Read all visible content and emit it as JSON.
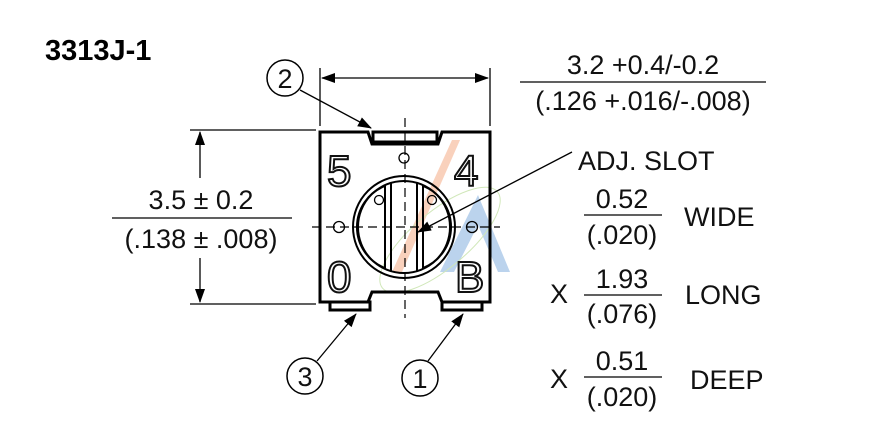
{
  "title": "3313J-1",
  "pins": {
    "pin1": "1",
    "pin2": "2",
    "pin3": "3"
  },
  "markings": {
    "top_left": "5",
    "top_right": "4",
    "bottom_left": "0",
    "bottom_right": "B"
  },
  "width_dim": {
    "metric": "3.2 +0.4/-0.2",
    "inch": "(.126 +.016/-.008)"
  },
  "height_dim": {
    "metric": "3.5 ± 0.2",
    "inch": "(.138 ± .008)"
  },
  "adj_slot": {
    "label": "ADJ. SLOT",
    "wide": {
      "metric": "0.52",
      "inch": "(.020)",
      "label": "WIDE"
    },
    "long": {
      "prefix": "X",
      "metric": "1.93",
      "inch": "(.076)",
      "label": "LONG"
    },
    "deep": {
      "prefix": "X",
      "metric": "0.51",
      "inch": "(.020)",
      "label": "DEEP"
    }
  }
}
